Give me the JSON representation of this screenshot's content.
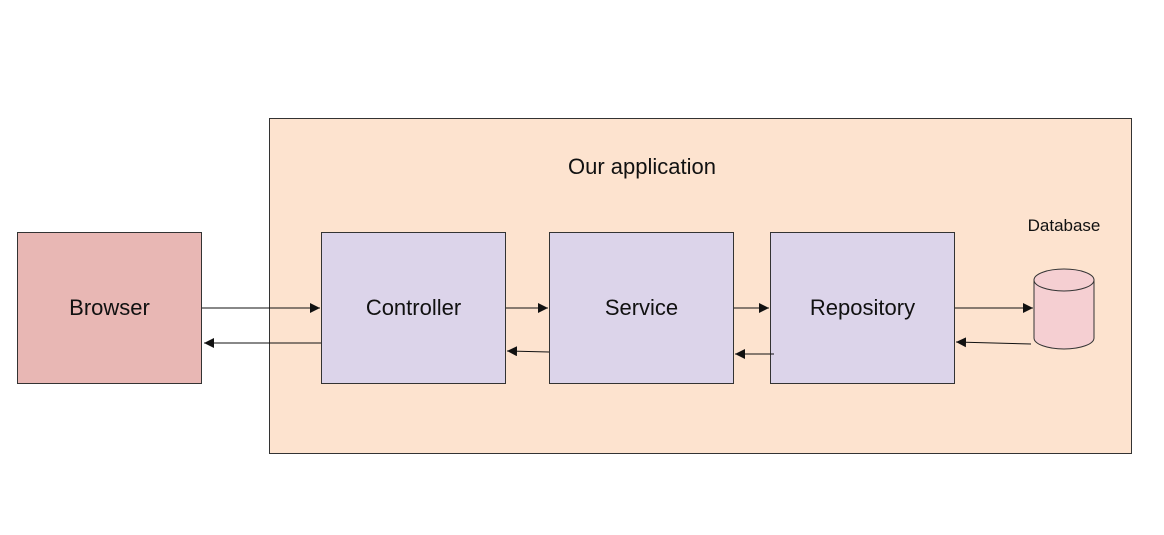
{
  "diagram": {
    "container": {
      "title": "Our application"
    },
    "nodes": {
      "browser": {
        "label": "Browser"
      },
      "controller": {
        "label": "Controller"
      },
      "service": {
        "label": "Service"
      },
      "repository": {
        "label": "Repository"
      },
      "database": {
        "label": "Database"
      }
    },
    "edges": [
      {
        "from": "Browser",
        "to": "Controller"
      },
      {
        "from": "Controller",
        "to": "Browser"
      },
      {
        "from": "Controller",
        "to": "Service"
      },
      {
        "from": "Service",
        "to": "Controller"
      },
      {
        "from": "Service",
        "to": "Repository"
      },
      {
        "from": "Repository",
        "to": "Service"
      },
      {
        "from": "Repository",
        "to": "Database"
      },
      {
        "from": "Database",
        "to": "Repository"
      }
    ],
    "colors": {
      "container_fill": "#fde3cf",
      "browser_fill": "#e8b7b4",
      "component_fill": "#dcd4ea",
      "database_fill": "#f5cfd2",
      "stroke": "#333333"
    }
  }
}
